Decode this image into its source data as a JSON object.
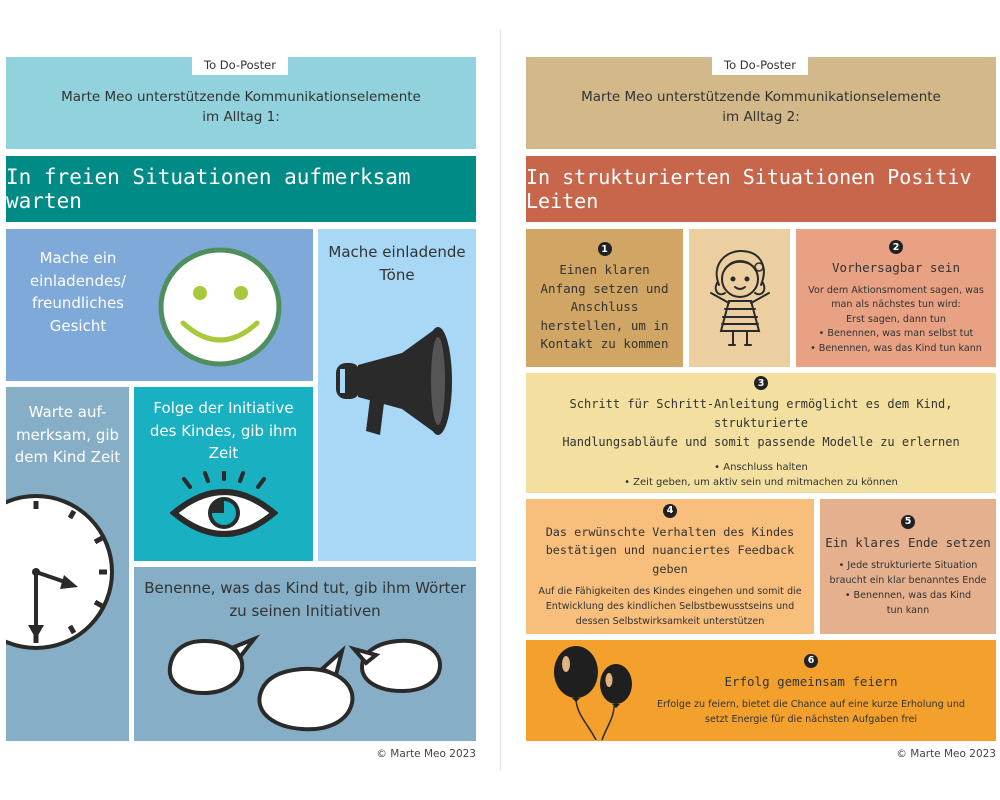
{
  "left": {
    "tag": "To Do-Poster",
    "header": [
      "Marte Meo unterstützende Kommunikationselemente",
      "im Alltag 1:"
    ],
    "banner": "In freien Situationen aufmerksam warten",
    "cards": {
      "face": [
        "Mache ein",
        "einladendes/",
        "freundliches",
        "Gesicht"
      ],
      "tones": [
        "Mache einladende",
        "Töne"
      ],
      "wait": [
        "Warte auf-",
        "merksam, gib",
        "dem Kind Zeit"
      ],
      "follow": [
        "Folge der Initiative",
        "des Kindes, gib ihm",
        "Zeit"
      ],
      "name": [
        "Benenne, was das Kind tut, gib ihm Wörter",
        "zu seinen Initiativen"
      ]
    },
    "copyright": "© Marte Meo 2023",
    "colors": {
      "header": "#92d2dc",
      "banner": "#008b87",
      "face": "#7fa9d9",
      "tones": "#a8d8f6",
      "wait": "#86aec6",
      "follow": "#19b0c2",
      "name": "#86aec6"
    }
  },
  "right": {
    "tag": "To Do-Poster",
    "header": [
      "Marte Meo unterstützende Kommunikationselemente",
      "im Alltag 2:"
    ],
    "banner": "In strukturierten Situationen Positiv Leiten",
    "cards": {
      "c1": {
        "num": "1",
        "text": [
          "Einen klaren",
          "Anfang setzen und",
          "Anschluss",
          "herstellen, um in",
          "Kontakt zu kommen"
        ]
      },
      "c2": {
        "num": "2",
        "title": "Vorhersagbar sein",
        "text": [
          "Vor dem Aktionsmoment sagen, was",
          "man als nächstes tun wird:",
          "Erst sagen, dann tun",
          "• Benennen, was man selbst tut",
          "• Benennen, was das Kind tun kann"
        ]
      },
      "c3": {
        "num": "3",
        "title": [
          "Schritt für Schritt-Anleitung ermöglicht es dem Kind, strukturierte",
          "Handlungsabläufe und somit passende Modelle zu erlernen"
        ],
        "text": [
          "• Anschluss halten",
          "• Zeit geben, um aktiv sein und mitmachen zu können"
        ]
      },
      "c4": {
        "num": "4",
        "title": [
          "Das erwünschte Verhalten des Kindes",
          "bestätigen und nuanciertes Feedback geben"
        ],
        "text": [
          "Auf die Fähigkeiten des Kindes eingehen und somit die",
          "Entwicklung des kindlichen Selbstbewusstseins und",
          "dessen Selbstwirksamkeit unterstützen"
        ]
      },
      "c5": {
        "num": "5",
        "title": "Ein klares Ende setzen",
        "text": [
          "• Jede strukturierte Situation",
          "braucht ein klar benanntes Ende",
          "• Benennen, was das Kind",
          "tun kann"
        ]
      },
      "c6": {
        "num": "6",
        "title": "Erfolg gemeinsam feiern",
        "text": [
          "Erfolge zu feiern, bietet die Chance auf eine kurze Erholung und",
          "setzt Energie für die nächsten Aufgaben frei"
        ]
      }
    },
    "copyright": "© Marte Meo 2023",
    "colors": {
      "header": "#d3b98a",
      "banner": "#c8664c",
      "c1": "#d1a563",
      "girl": "#ebcfa0",
      "c2": "#e9a184",
      "c3": "#f3e0a0",
      "c4": "#f7be7c",
      "c5": "#e5b08e",
      "c6": "#f3a12c"
    }
  }
}
